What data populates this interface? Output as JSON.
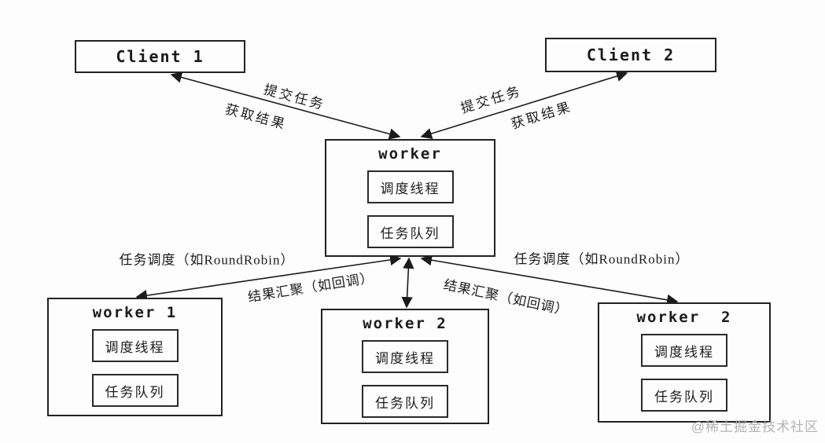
{
  "clients": [
    {
      "label": "Client 1"
    },
    {
      "label": "Client 2"
    }
  ],
  "master": {
    "title": "worker",
    "thread": "调度线程",
    "queue": "任务队列"
  },
  "workers": [
    {
      "title": "worker 1",
      "thread": "调度线程",
      "queue": "任务队列"
    },
    {
      "title": "worker 2",
      "thread": "调度线程",
      "queue": "任务队列"
    },
    {
      "title": "worker  2",
      "thread": "调度线程",
      "queue": "任务队列"
    }
  ],
  "edges": {
    "client1": {
      "submit": "提交任务",
      "fetch": "获取结果"
    },
    "client2": {
      "submit": "提交任务",
      "fetch": "获取结果"
    },
    "worker_left": {
      "schedule": "任务调度（如RoundRobin）",
      "aggregate": "结果汇聚（如回调）"
    },
    "worker_right": {
      "schedule": "任务调度（如RoundRobin）",
      "aggregate": "结果汇聚（如回调）"
    }
  },
  "watermark": "@稀土掘金技术社区",
  "colors": {
    "line": "#1b1b1b",
    "border": "#222222",
    "background": "#fdfdfd",
    "watermark": "#b3b3b3"
  }
}
